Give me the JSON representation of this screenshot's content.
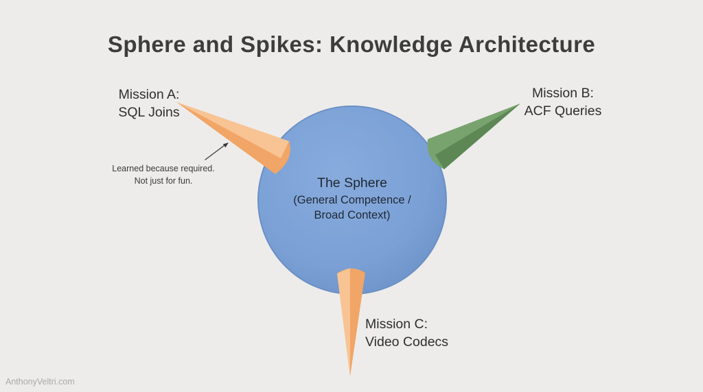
{
  "title": "Sphere and Spikes: Knowledge Architecture",
  "sphere": {
    "line1": "The Sphere",
    "line2": "(General Competence /",
    "line3": "Broad Context)"
  },
  "missions": {
    "a": {
      "line1": "Mission A:",
      "line2": "SQL Joins"
    },
    "b": {
      "line1": "Mission B:",
      "line2": "ACF Queries"
    },
    "c": {
      "line1": "Mission C:",
      "line2": "Video Codecs"
    }
  },
  "annotation": {
    "line1": "Learned because required.",
    "line2": "Not just for fun."
  },
  "watermark": "AnthonyVeltri.com",
  "colors": {
    "background": "#edecea",
    "sphere_light": "#88abdd",
    "sphere_fill": "#7aa0d6",
    "sphere_edge": "#6b90c5",
    "spike_orange": "#f1a566",
    "spike_orange_light": "#f8c493",
    "spike_green": "#79a36e",
    "spike_green_dark": "#5d8754",
    "arrow": "#3a3a3a"
  }
}
